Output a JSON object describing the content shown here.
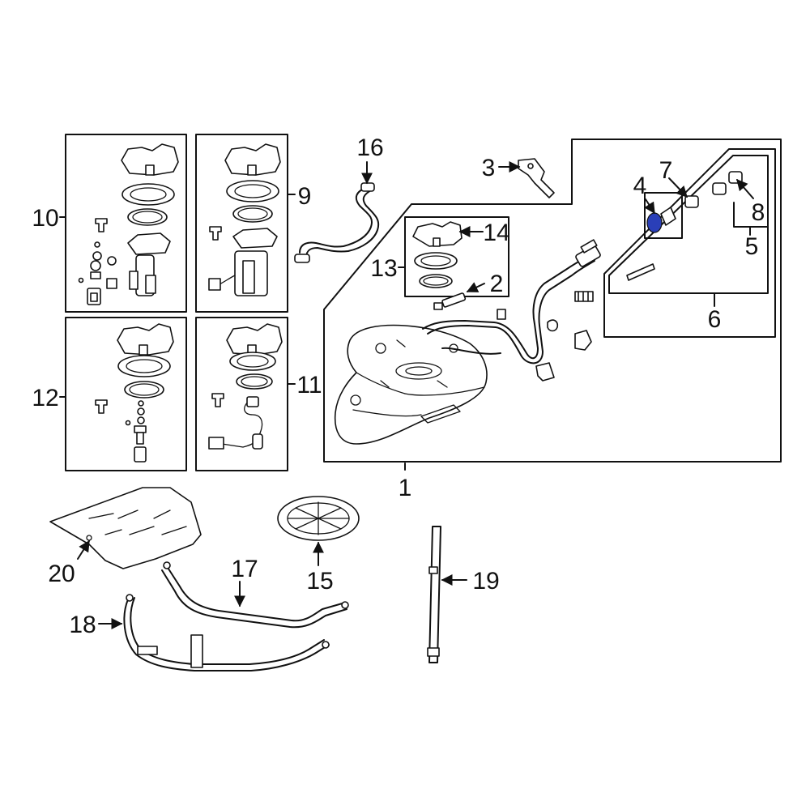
{
  "callouts": {
    "c1": "1",
    "c2": "2",
    "c3": "3",
    "c4": "4",
    "c5": "5",
    "c6": "6",
    "c7": "7",
    "c8": "8",
    "c9": "9",
    "c10": "10",
    "c11": "11",
    "c12": "12",
    "c13": "13",
    "c14": "14",
    "c15": "15",
    "c16": "16",
    "c17": "17",
    "c18": "18",
    "c19": "19",
    "c20": "20"
  },
  "highlight": {
    "part": "4",
    "color": "#2a3fb8"
  },
  "colors": {
    "line": "#111111",
    "background": "#ffffff"
  }
}
